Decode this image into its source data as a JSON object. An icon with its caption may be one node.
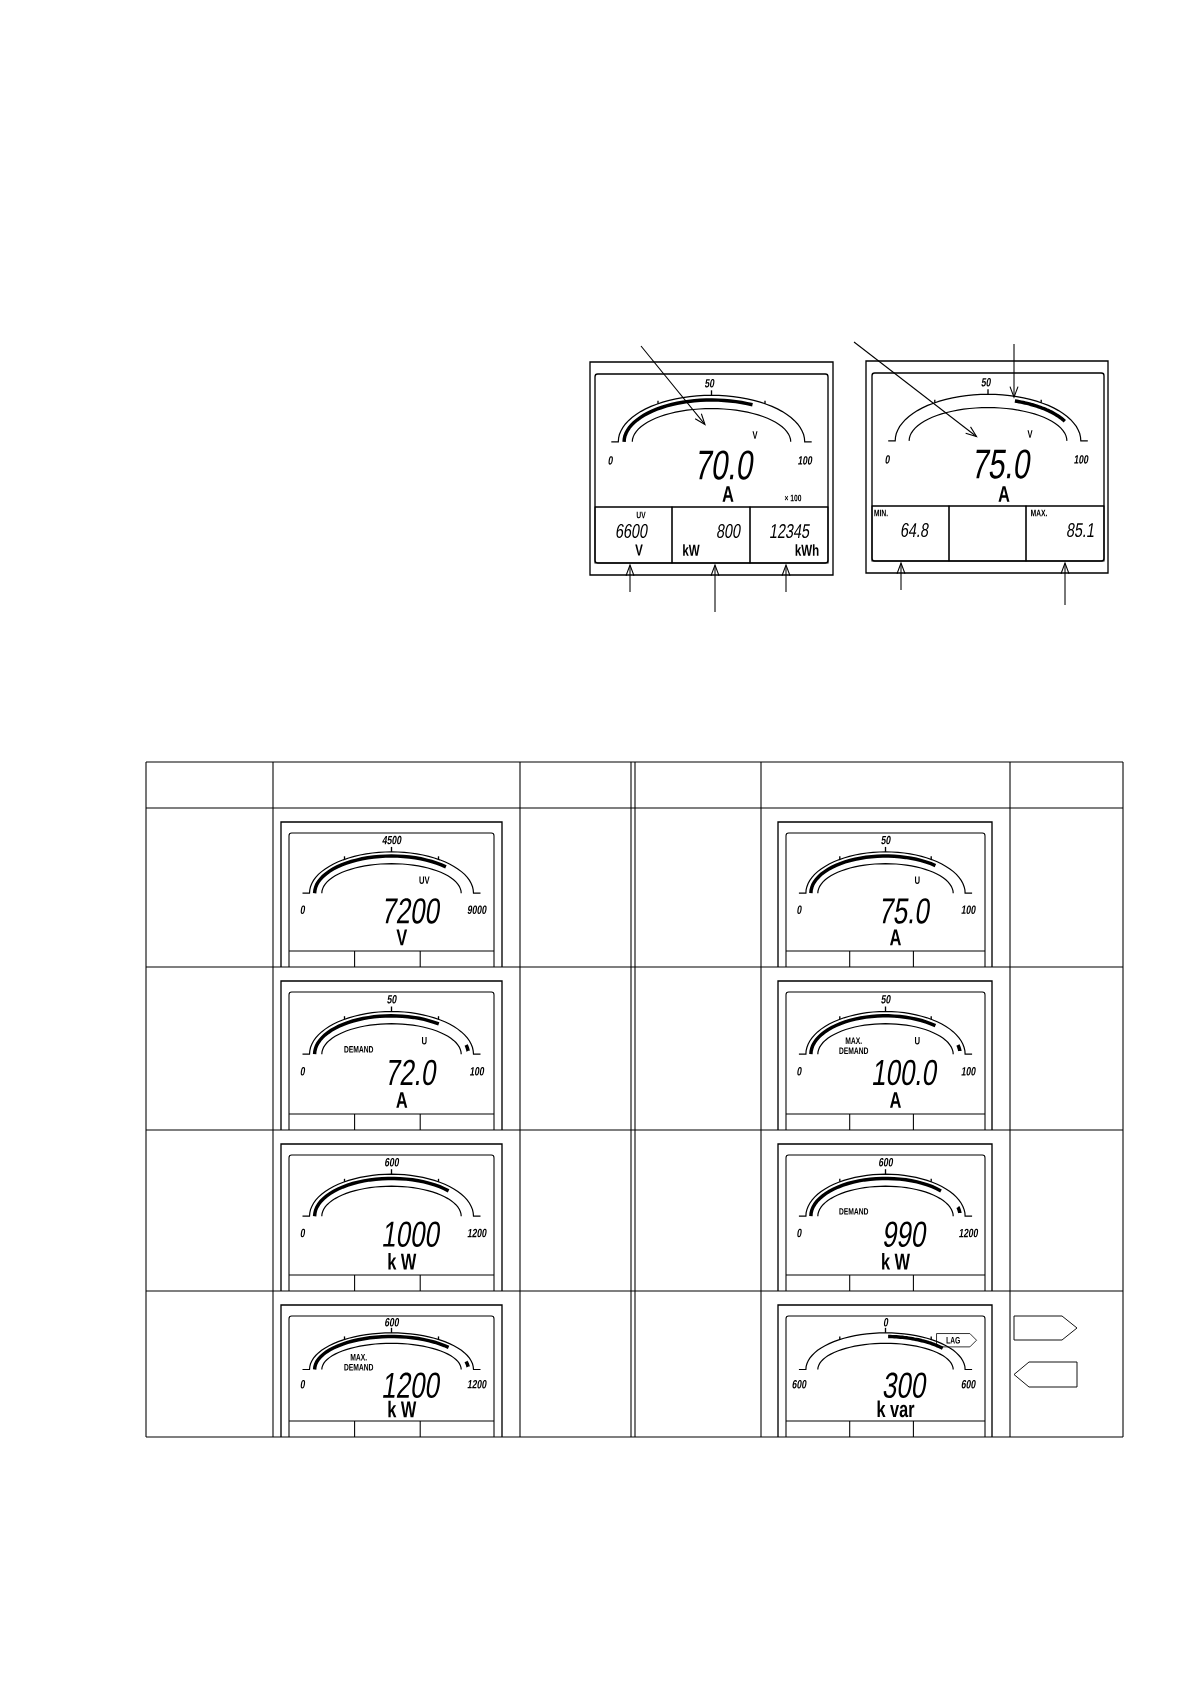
{
  "diagram": {
    "nodes": [
      {
        "text": [
          "50",
          "0",
          "100",
          "× 100"
        ]
      },
      {
        "text": [
          "V",
          "70.0",
          "A"
        ],
        "in": 0
      },
      {
        "text": [
          "UV",
          "6600",
          "V"
        ],
        "in": 0
      },
      {
        "text": [
          "800",
          "kW"
        ],
        "in": 0
      },
      {
        "text": [
          "12345",
          "kWh"
        ],
        "in": 0
      },
      {
        "text": [
          "50",
          "0",
          "100"
        ]
      },
      {
        "text": [],
        "shape": "bar",
        "in": 5
      },
      {
        "text": [
          "V",
          "75.0",
          "A"
        ],
        "in": 5
      },
      {
        "text": [
          "MIN.",
          "64.8"
        ],
        "in": 5
      },
      {
        "text": [],
        "shape": "box",
        "in": 5
      },
      {
        "text": [
          "MAX.",
          "85.1"
        ],
        "in": 5
      },
      {
        "text": [
          "4500",
          "0",
          "9000",
          "UV",
          "7200",
          "V"
        ]
      },
      {
        "text": [
          "50",
          "0",
          "100",
          "U",
          "75.0",
          "A"
        ]
      },
      {
        "text": [
          "50",
          "0",
          "100",
          "DEMAND",
          "U",
          "72.0",
          "A"
        ]
      },
      {
        "text": [
          "50",
          "0",
          "100",
          "MAX. DEMAND",
          "U",
          "100.0",
          "A"
        ]
      },
      {
        "text": [
          "600",
          "0",
          "1200",
          "1000",
          "k W"
        ]
      },
      {
        "text": [
          "600",
          "0",
          "1200",
          "DEMAND",
          "990",
          "k W"
        ]
      },
      {
        "text": [
          "600",
          "0",
          "1200",
          "MAX. DEMAND",
          "1200",
          "k W"
        ]
      },
      {
        "text": [
          "0",
          "600",
          "600",
          "LAG",
          "300",
          "k var"
        ]
      }
    ],
    "edges": [
      {
        "from": null,
        "to": 1,
        "arrow": "to"
      },
      {
        "from": null,
        "to": 7,
        "arrow": "to"
      },
      {
        "from": null,
        "to": 6,
        "arrow": "to"
      },
      {
        "from": null,
        "to": 2,
        "arrow": "to"
      },
      {
        "from": null,
        "to": 3,
        "arrow": "to"
      },
      {
        "from": null,
        "to": 4,
        "arrow": "to"
      },
      {
        "from": null,
        "to": 8,
        "arrow": "to"
      },
      {
        "from": null,
        "to": 10,
        "arrow": "to"
      }
    ]
  }
}
